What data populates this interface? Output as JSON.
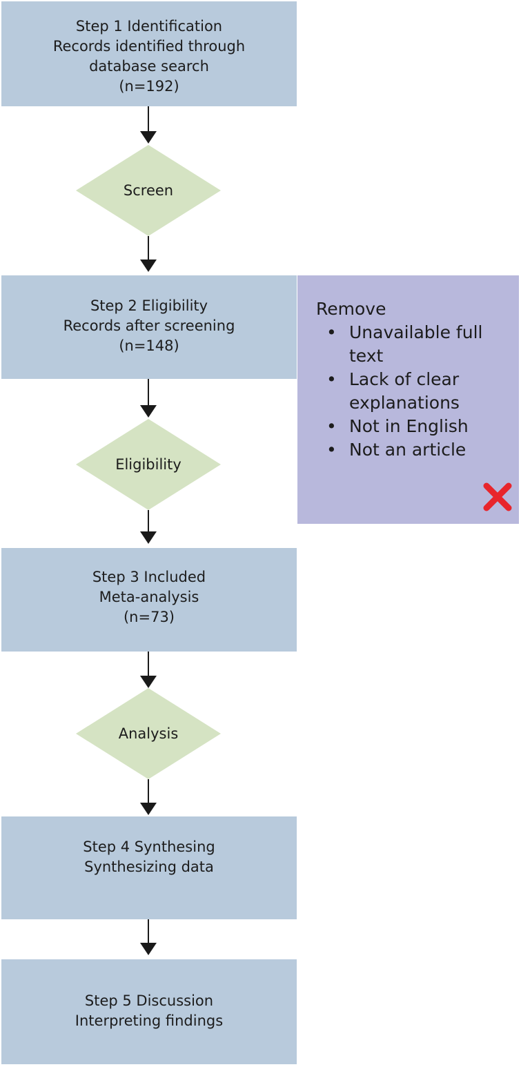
{
  "steps": [
    {
      "lines": [
        "Step 1 Identification",
        "Records identified through",
        "database search",
        "(n=192)"
      ]
    },
    {
      "lines": [
        "Step 2 Eligibility",
        "Records after screening",
        "(n=148)"
      ]
    },
    {
      "lines": [
        "Step 3 Included",
        "Meta-analysis",
        "(n=73)"
      ]
    },
    {
      "lines": [
        "Step 4 Synthesing",
        "Synthesizing data"
      ]
    },
    {
      "lines": [
        "Step 5 Discussion",
        "Interpreting findings"
      ]
    }
  ],
  "decisions": [
    "Screen",
    "Eligibility",
    "Analysis"
  ],
  "remove": {
    "title": "Remove",
    "bullet": "•",
    "items": [
      {
        "lines": [
          "Unavailable full",
          "text"
        ]
      },
      {
        "lines": [
          "Lack of clear",
          "explanations"
        ]
      },
      {
        "lines": [
          "Not in English"
        ]
      },
      {
        "lines": [
          "Not an article"
        ]
      }
    ]
  },
  "colors": {
    "step_box": "#b8cadc",
    "decision": "#d5e3c3",
    "remove_panel": "#b8b8dc",
    "arrow": "#1a1a1a",
    "reject_icon": "#e8252c"
  },
  "icons": {
    "reject": "close-x-icon"
  }
}
